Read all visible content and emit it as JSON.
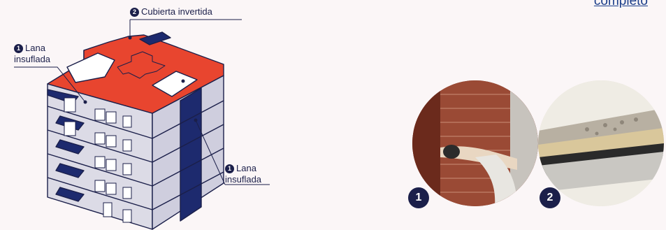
{
  "header": {
    "link_text": "completo"
  },
  "callouts": [
    {
      "number": "❶",
      "text_line1": "Lana",
      "text_line2": "insuflada"
    },
    {
      "number": "❷",
      "text_line1": "Cubierta invertida"
    },
    {
      "number": "❶",
      "text_line1": "Lana",
      "text_line2": "insuflada"
    }
  ],
  "photos": [
    {
      "badge": "1",
      "icon": "wall-insulation-photo-icon"
    },
    {
      "badge": "2",
      "icon": "inverted-roof-photo-icon"
    }
  ],
  "colors": {
    "roof": "#e8452f",
    "wall": "#dcdbe6",
    "outline": "#1b1f4a",
    "insulation": "#1d2a6e",
    "background": "#fbf6f7"
  }
}
